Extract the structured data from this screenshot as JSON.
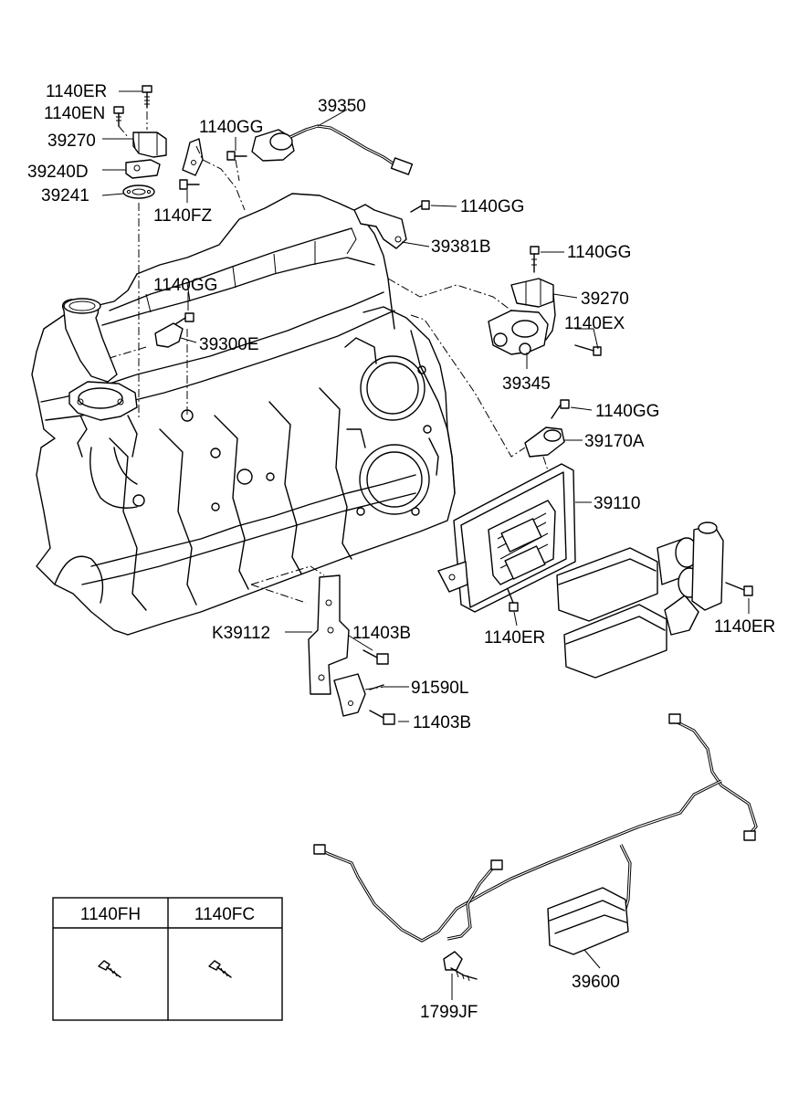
{
  "labels": {
    "l_1140ER_top": "1140ER",
    "l_1140EN": "1140EN",
    "l_39270_left": "39270",
    "l_39240D": "39240D",
    "l_39241": "39241",
    "l_1140GG_a": "1140GG",
    "l_1140FZ": "1140FZ",
    "l_39350": "39350",
    "l_1140GG_b": "1140GG",
    "l_39381B": "39381B",
    "l_1140GG_c": "1140GG",
    "l_39270_right": "39270",
    "l_1140EX": "1140EX",
    "l_39345": "39345",
    "l_1140GG_d": "1140GG",
    "l_39300E": "39300E",
    "l_1140GG_e": "1140GG",
    "l_39170A": "39170A",
    "l_39110": "39110",
    "l_1140ER_mid": "1140ER",
    "l_1140ER_right": "1140ER",
    "l_K39112": "K39112",
    "l_11403B_a": "11403B",
    "l_91590L": "91590L",
    "l_11403B_b": "11403B",
    "l_39600": "39600",
    "l_1799JF": "1799JF"
  },
  "fastener_table": {
    "col1": "1140FH",
    "col2": "1140FC"
  },
  "icons": {
    "engine": "engine-block-icon",
    "ecu": "ecu-module-icon",
    "harness": "wiring-harness-icon",
    "bolt": "bolt-icon"
  }
}
